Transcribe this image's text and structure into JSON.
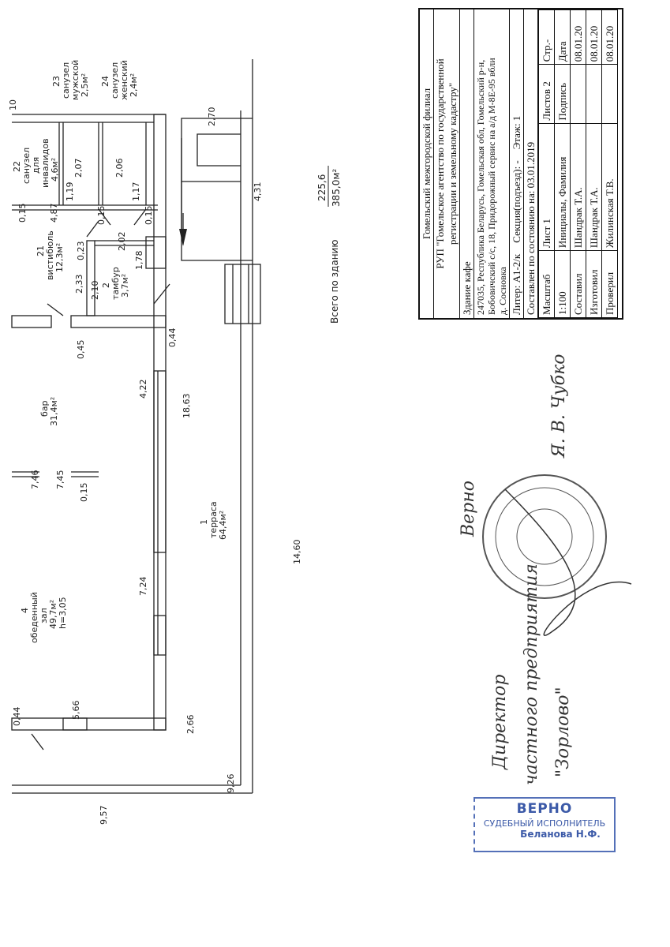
{
  "plan": {
    "rooms": [
      {
        "num": "23",
        "name1": "санузел",
        "name2": "мужской",
        "area": "2,5м²"
      },
      {
        "num": "24",
        "name1": "санузел",
        "name2": "женский",
        "area": "2,4м²"
      },
      {
        "num": "22",
        "name1": "санузел",
        "name2": "для",
        "name3": "инвалидов",
        "area": "4,6м²"
      },
      {
        "num": "21",
        "name1": "вистибюль",
        "area": "12,3м²"
      },
      {
        "num": "2",
        "name1": "тамбур",
        "area": "3,7м²"
      },
      {
        "name1": "бар",
        "area": "31,4м²"
      },
      {
        "num": "1",
        "name1": "терраса",
        "area": "64,4м²"
      },
      {
        "num": "4",
        "name1": "обеденный",
        "name2": "зал",
        "area": "49,7м²",
        "height": "h=3,05"
      }
    ],
    "dims": [
      "2,07",
      "2,06",
      "1,19",
      "1,17",
      "4,87",
      "0,15",
      "0,15",
      "0,15",
      "2,70",
      "4,31",
      "2,02",
      "0,23",
      "1,78",
      "2,33",
      "2,10",
      "0,45",
      "0,44",
      "4,22",
      "18,63",
      "7,46",
      "7,45",
      "0,15",
      "7,24",
      "14,60",
      "0,44",
      "5,66",
      "2,66",
      "9,26",
      "9,57",
      "10"
    ],
    "total_label": "Всего по зданию",
    "total_1": "225,6",
    "total_2": "385,0м²"
  },
  "title_block": {
    "org1": "Гомельский межгородской филиал",
    "org2": "РУП \"Гомельское агентство по государственной",
    "org3": "регистрации и земельному кадастру\"",
    "object": "Здание кафе",
    "address1": "247035, Республика Беларусь, Гомельская обл, Гомельский р-н,",
    "address2": "Бобовичский с/с, 18, Придорожный сервис на а/д М-8Е-95 вбли",
    "address3": "д. Сосновка",
    "liter": "Литер: А1-2/к",
    "section": "Секция(подъезд): -",
    "floor": "Этаж: 1",
    "as_of": "Составлен по состоянию на: 03.01.2019",
    "h_scale": "Масштаб",
    "h_sheet": "Лист 1",
    "h_sheets": "Листов 2",
    "h_page": "Стр.-",
    "scale": "1:100",
    "h_names": "Инициалы, Фамилия",
    "h_sign": "Подпись",
    "h_date": "Дата",
    "rows": [
      {
        "role": "Составил",
        "name": "Шандрак Т.А.",
        "date": "08.01.20"
      },
      {
        "role": "Изготовил",
        "name": "Шандрак Т.А.",
        "date": "08.01.20"
      },
      {
        "role": "Проверил",
        "name": "Жилинская Т.В.",
        "date": "08.01.20"
      }
    ]
  },
  "handwriting": {
    "verno": "Верно",
    "signature": "Я. В. Чубко",
    "director1": "Директор",
    "director2": "частного предприятия",
    "director3": "\"Зорлово\""
  },
  "stamp": {
    "line1": "ВЕРНО",
    "line2": "СУДЕБНЫЙ ИСПОЛНИТЕЛЬ",
    "line3": "Беланова Н.Ф."
  }
}
